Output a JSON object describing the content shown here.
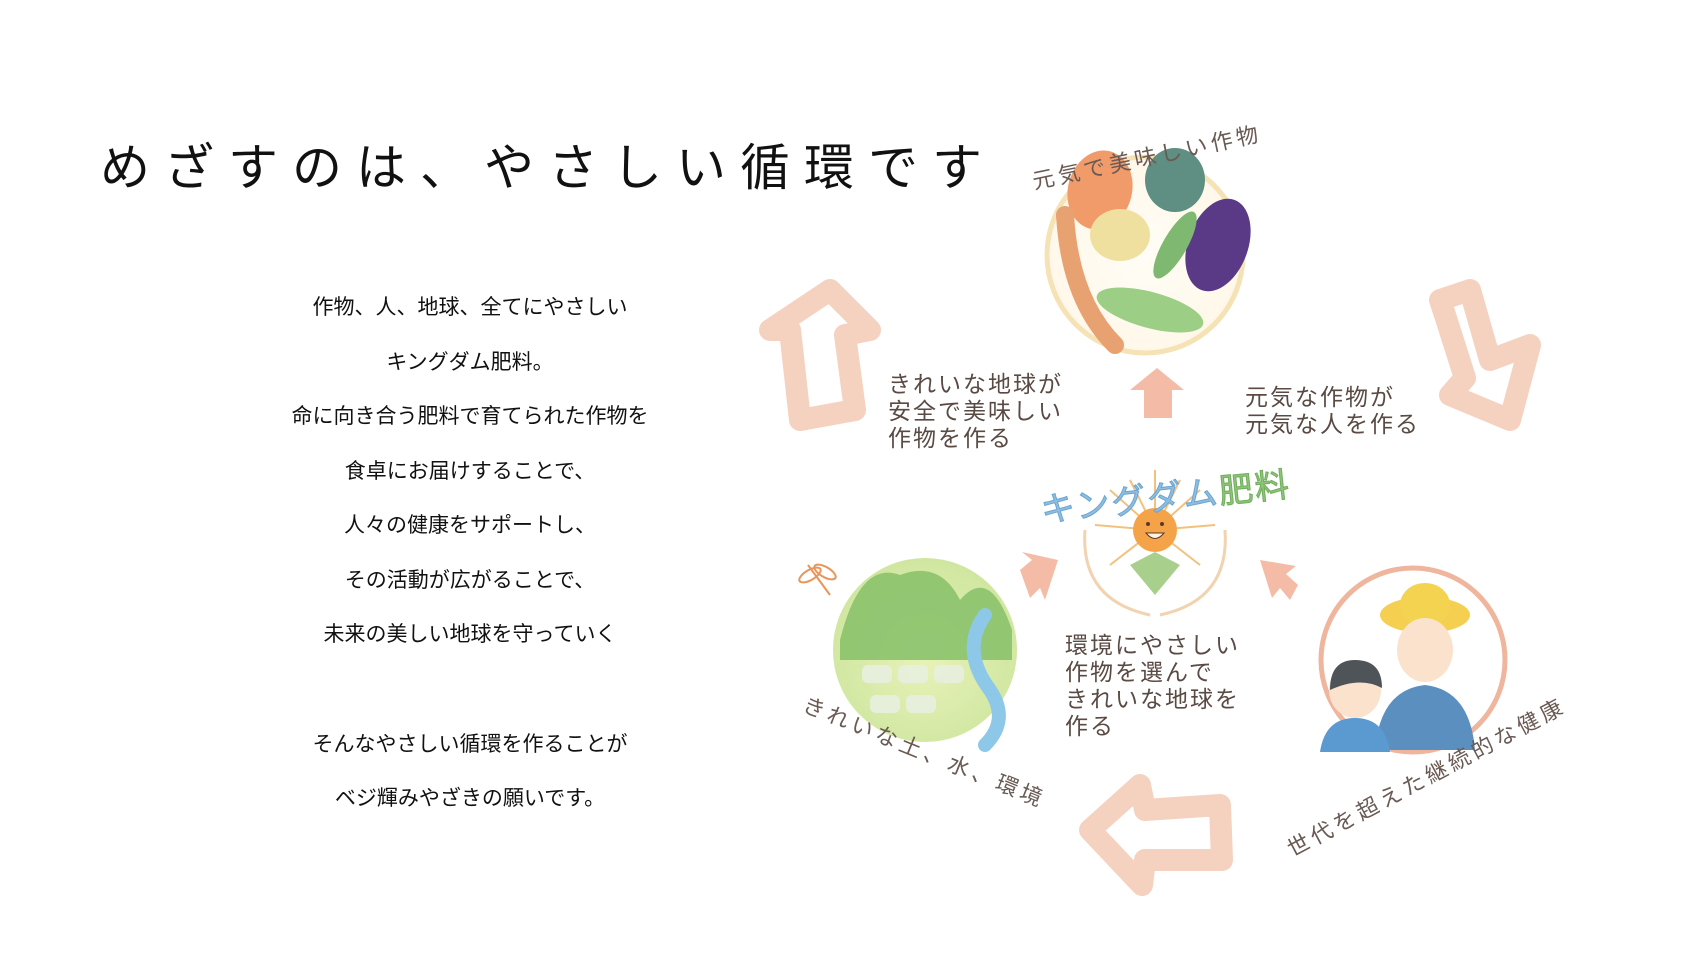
{
  "title": "めざすのは、やさしい循環です",
  "body": {
    "lines": [
      "作物、人、地球、全てにやさしい",
      "キングダム肥料。",
      "命に向き合う肥料で育てられた作物を",
      "食卓にお届けすることで、",
      "人々の健康をサポートし、",
      "その活動が広がることで、",
      "未来の美しい地球を守っていく"
    ],
    "closing": [
      "そんなやさしい循環を作ることが",
      "ベジ輝みやざきの願いです。"
    ]
  },
  "diagram": {
    "center_label": {
      "part1": "キングダム",
      "part2": "肥料"
    },
    "nodes": {
      "crops": {
        "label": "元気で美味しい作物"
      },
      "people": {
        "label": "世代を超えた継続的な健康"
      },
      "environment": {
        "label": "きれいな土、水、環境"
      }
    },
    "captions": {
      "earth_to_crops": [
        "きれいな地球が",
        "安全で美味しい",
        "作物を作る"
      ],
      "crops_to_people": [
        "元気な作物が",
        "元気な人を作る"
      ],
      "people_to_earth": [
        "環境にやさしい",
        "作物を選んで",
        "きれいな地球を",
        "作る"
      ]
    },
    "colors": {
      "arrow": "#f4bca6",
      "arrow_outline": "#f3c9b5",
      "handwriting": "#5a4a44",
      "kingdom_blue": "#8fbfe0",
      "hiryo_green": "#8fc47a",
      "sun": "#f5a348"
    }
  }
}
